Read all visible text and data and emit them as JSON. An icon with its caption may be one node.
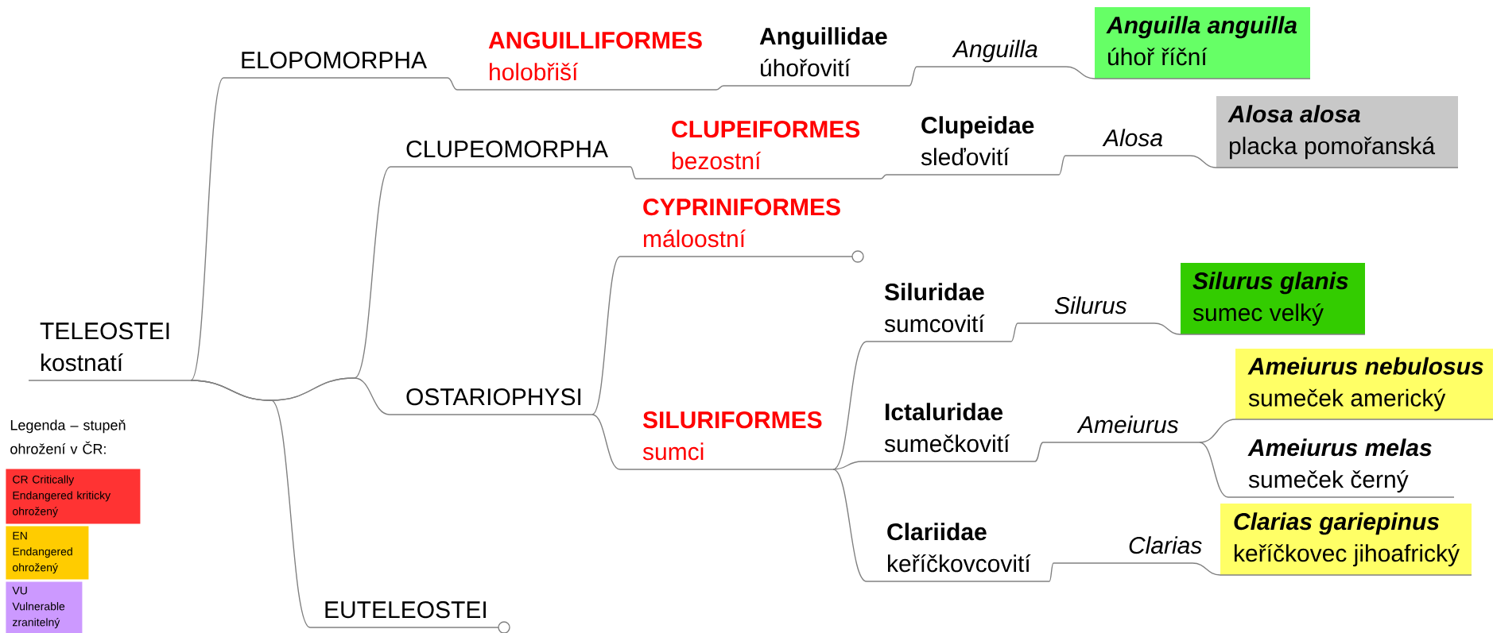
{
  "diagram": {
    "nodes": [
      {
        "text": [
          "TELEOSTEI",
          "kostnatí"
        ]
      },
      {
        "text": [
          "ELOPOMORPHA"
        ]
      },
      {
        "text": [
          "ANGUILLIFORMES",
          "holobřiší"
        ]
      },
      {
        "text": [
          "Anguillidae",
          "úhořovití"
        ]
      },
      {
        "text": [
          "Anguilla"
        ]
      },
      {
        "text": [
          "Anguilla anguilla",
          "úhoř říční"
        ]
      },
      {
        "text": [
          "CLUPEOMORPHA"
        ]
      },
      {
        "text": [
          "CLUPEIFORMES",
          "bezostní"
        ]
      },
      {
        "text": [
          "Clupeidae",
          "sleďovití"
        ]
      },
      {
        "text": [
          "Alosa"
        ]
      },
      {
        "text": [
          "Alosa alosa",
          "placka pomořanská"
        ]
      },
      {
        "text": [
          "OSTARIOPHYSI"
        ]
      },
      {
        "text": [
          "CYPRINIFORMES",
          "máloostní"
        ]
      },
      {
        "text": [
          "SILURIFORMES",
          "sumci"
        ]
      },
      {
        "text": [
          "Siluridae",
          "sumcovití"
        ]
      },
      {
        "text": [
          "Silurus"
        ]
      },
      {
        "text": [
          "Silurus glanis",
          "sumec velký"
        ]
      },
      {
        "text": [
          "Ictaluridae",
          "sumečkovití"
        ]
      },
      {
        "text": [
          "Ameiurus"
        ]
      },
      {
        "text": [
          "Ameiurus nebulosus",
          "sumeček americký"
        ]
      },
      {
        "text": [
          "Ameiurus melas",
          "sumeček černý"
        ]
      },
      {
        "text": [
          "Clariidae",
          "keříčkovcovití"
        ]
      },
      {
        "text": [
          "Clarias"
        ]
      },
      {
        "text": [
          "Clarias gariepinus",
          "keříčkovec jihoafrický"
        ]
      },
      {
        "text": [
          "EUTELEOSTEI"
        ]
      }
    ],
    "edges": [
      {
        "from": 0,
        "to": 1,
        "arrow": "none"
      },
      {
        "from": 1,
        "to": 2,
        "arrow": "none"
      },
      {
        "from": 2,
        "to": 3,
        "arrow": "none"
      },
      {
        "from": 3,
        "to": 4,
        "arrow": "none"
      },
      {
        "from": 4,
        "to": 5,
        "arrow": "none"
      },
      {
        "from": 0,
        "to": 6,
        "arrow": "none"
      },
      {
        "from": 6,
        "to": 7,
        "arrow": "none"
      },
      {
        "from": 7,
        "to": 8,
        "arrow": "none"
      },
      {
        "from": 8,
        "to": 9,
        "arrow": "none"
      },
      {
        "from": 9,
        "to": 10,
        "arrow": "none"
      },
      {
        "from": 0,
        "to": 11,
        "arrow": "none"
      },
      {
        "from": 11,
        "to": 12,
        "arrow": "none"
      },
      {
        "from": 11,
        "to": 13,
        "arrow": "none"
      },
      {
        "from": 13,
        "to": 14,
        "arrow": "none"
      },
      {
        "from": 14,
        "to": 15,
        "arrow": "none"
      },
      {
        "from": 15,
        "to": 16,
        "arrow": "none"
      },
      {
        "from": 13,
        "to": 17,
        "arrow": "none"
      },
      {
        "from": 17,
        "to": 18,
        "arrow": "none"
      },
      {
        "from": 18,
        "to": 19,
        "arrow": "none"
      },
      {
        "from": 18,
        "to": 20,
        "arrow": "none"
      },
      {
        "from": 13,
        "to": 21,
        "arrow": "none"
      },
      {
        "from": 21,
        "to": 22,
        "arrow": "none"
      },
      {
        "from": 22,
        "to": 23,
        "arrow": "none"
      },
      {
        "from": 0,
        "to": 24,
        "arrow": "none"
      }
    ],
    "labels": [
      "Legenda – stupeň ohrožení v ČR:"
    ],
    "legend": [
      {
        "text": "CR Critically Endangered kriticky ohrožený",
        "color": "#ff3333"
      },
      {
        "text": "EN Endangered ohrožený",
        "color": "#ffcc00"
      },
      {
        "text": "VU Vulnerable zranitelný",
        "color": "#cc99ff"
      }
    ]
  }
}
